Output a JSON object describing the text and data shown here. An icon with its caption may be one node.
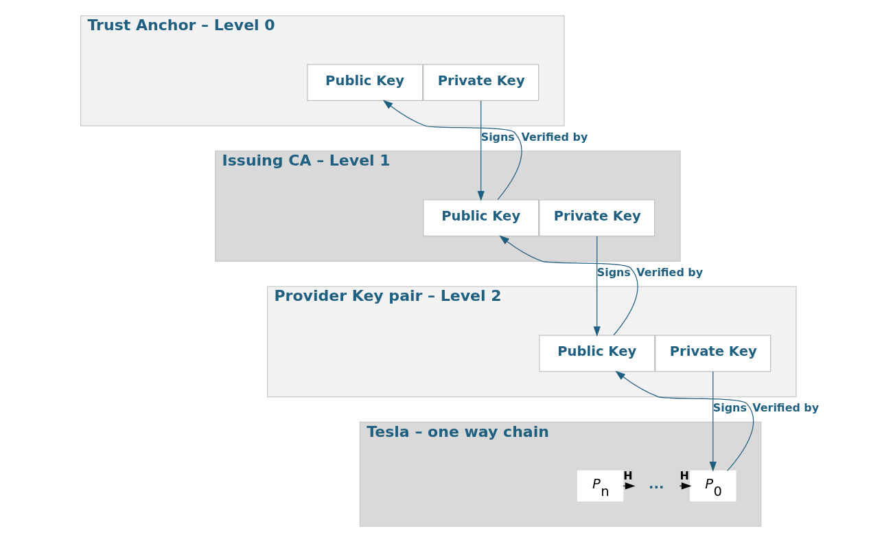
{
  "diagram": {
    "nodes": [
      {
        "text": [
          "Trust Anchor – Level 0"
        ]
      },
      {
        "text": [
          "Public Key"
        ],
        "in": 0
      },
      {
        "text": [
          "Private Key"
        ],
        "in": 0
      },
      {
        "text": [
          "Issuing CA – Level 1"
        ]
      },
      {
        "text": [
          "Public Key"
        ],
        "in": 3
      },
      {
        "text": [
          "Private Key"
        ],
        "in": 3
      },
      {
        "text": [
          "Provider Key pair – Level 2"
        ]
      },
      {
        "text": [
          "Public Key"
        ],
        "in": 6
      },
      {
        "text": [
          "Private Key"
        ],
        "in": 6
      },
      {
        "text": [
          "Tesla – one way chain"
        ]
      },
      {
        "text": [
          "*P*$_{0}$"
        ],
        "in": 9
      },
      {
        "text": [
          "..."
        ],
        "in": 9
      },
      {
        "text": [
          "*P*$_{n}$"
        ],
        "in": 9
      }
    ],
    "edges": [
      {
        "from": 2,
        "to": 4,
        "arrow": "to",
        "label": "Signs"
      },
      {
        "from": 4,
        "to": 1,
        "arrow": "to",
        "label": "Verified by"
      },
      {
        "from": 5,
        "to": 7,
        "arrow": "to",
        "label": "Signs"
      },
      {
        "from": 7,
        "to": 4,
        "arrow": "to",
        "label": "Verified by"
      },
      {
        "from": 8,
        "to": 10,
        "arrow": "to",
        "label": "Signs"
      },
      {
        "from": 10,
        "to": 7,
        "arrow": "to",
        "label": "Verified by"
      },
      {
        "from": 12,
        "to": 11,
        "arrow": "to",
        "label": "H",
        "color": "#000000"
      },
      {
        "from": 11,
        "to": 10,
        "arrow": "to",
        "label": "H",
        "color": "#000000"
      }
    ]
  }
}
